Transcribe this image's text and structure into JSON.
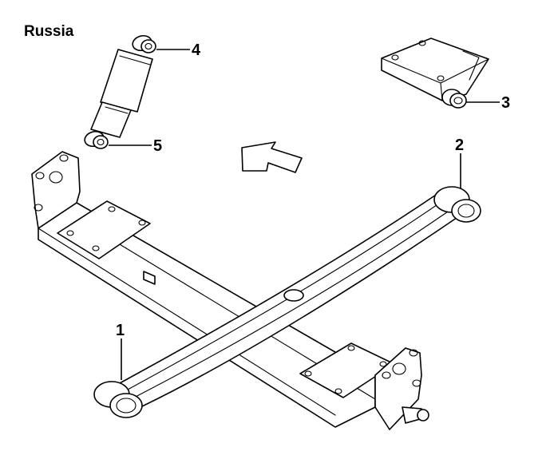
{
  "diagram": {
    "region_label": "Russia",
    "callouts": [
      {
        "id": "1",
        "label": "1"
      },
      {
        "id": "2",
        "label": "2"
      },
      {
        "id": "3",
        "label": "3"
      },
      {
        "id": "4",
        "label": "4"
      },
      {
        "id": "5",
        "label": "5"
      }
    ],
    "direction_arrow": "front-direction-arrow-icon"
  }
}
